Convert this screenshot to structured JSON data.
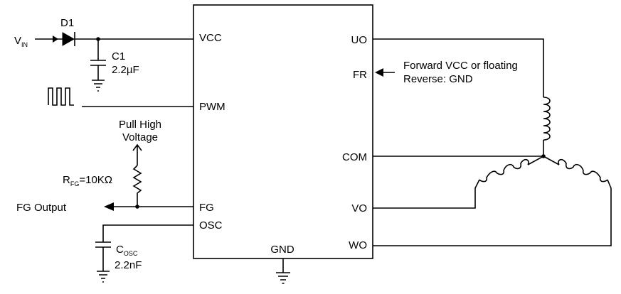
{
  "ic": {
    "left_pins": [
      "VCC",
      "PWM",
      "FG",
      "OSC"
    ],
    "right_pins": [
      "UO",
      "FR",
      "COM",
      "VO",
      "WO"
    ],
    "bottom_pin": "GND"
  },
  "diode": {
    "name": "D1"
  },
  "vin": {
    "main": "V",
    "sub": "IN"
  },
  "c1": {
    "name": "C1",
    "value": "2.2µF"
  },
  "pull_high": {
    "line1": "Pull High",
    "line2": "Voltage"
  },
  "rfg": {
    "main": "R",
    "sub": "FG",
    "value": "=10KΩ"
  },
  "fg_output": "FG Output",
  "cosc": {
    "main": "C",
    "sub": "OSC",
    "value": "2.2nF"
  },
  "fr_note": {
    "line1": "Forward VCC or floating",
    "line2": "Reverse: GND"
  }
}
